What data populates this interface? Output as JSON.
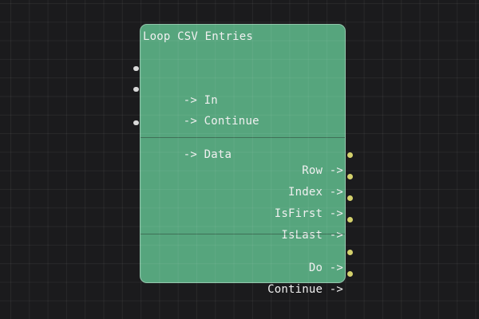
{
  "canvas": {
    "background_color": "#1b1b1d",
    "grid_line_color": "#29292b"
  },
  "node": {
    "title": "Loop CSV Entries",
    "body_color": "#56a57d",
    "text_color": "#f0f0f0",
    "input_port_color": "#d9d9d9",
    "output_port_color": "#d3d06c",
    "inputs": [
      {
        "name": "In",
        "label": "-> In"
      },
      {
        "name": "Continue",
        "label": "-> Continue"
      },
      {
        "name": "Data",
        "label": "-> Data"
      }
    ],
    "outputs": [
      {
        "name": "Row",
        "label": "Row ->"
      },
      {
        "name": "Index",
        "label": "Index ->"
      },
      {
        "name": "IsFirst",
        "label": "IsFirst ->"
      },
      {
        "name": "IsLast",
        "label": "IsLast ->"
      },
      {
        "name": "Do",
        "label": "Do ->"
      },
      {
        "name": "Continue",
        "label": "Continue ->"
      }
    ]
  }
}
